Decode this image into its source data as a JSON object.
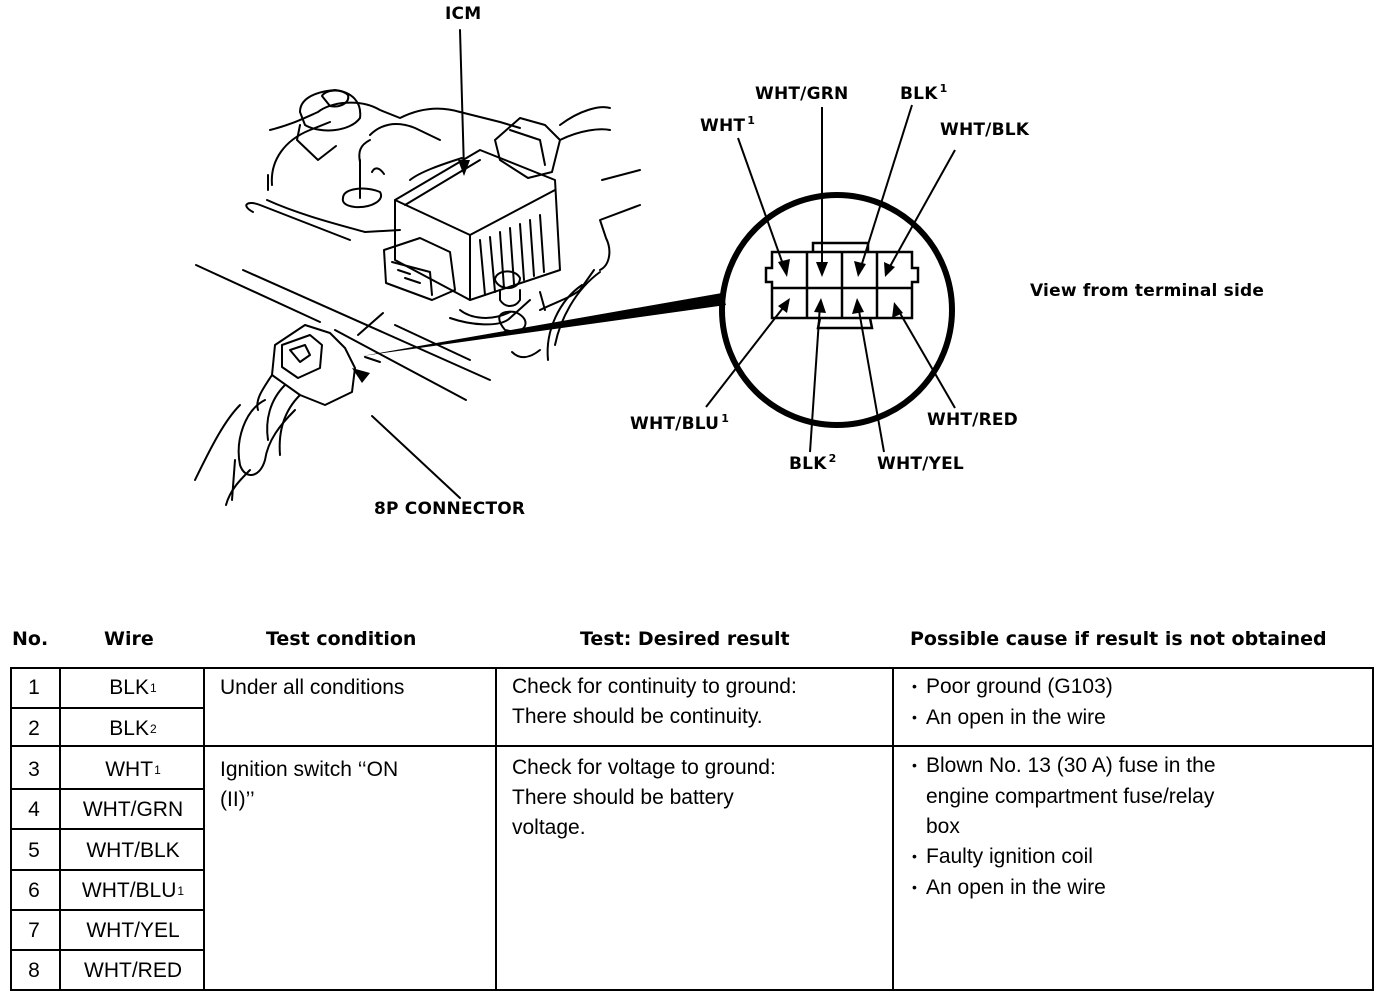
{
  "diagram": {
    "icm_label": "ICM",
    "connector_label": "8P CONNECTOR",
    "view_label": "View from terminal side",
    "pins_top": [
      {
        "wire": "WHT",
        "sup": "1"
      },
      {
        "wire": "WHT/GRN",
        "sup": ""
      },
      {
        "wire": "BLK",
        "sup": "1"
      },
      {
        "wire": "WHT/BLK",
        "sup": ""
      }
    ],
    "pins_bottom": [
      {
        "wire": "WHT/BLU",
        "sup": "1"
      },
      {
        "wire": "BLK",
        "sup": "2"
      },
      {
        "wire": "WHT/YEL",
        "sup": ""
      },
      {
        "wire": "WHT/RED",
        "sup": ""
      }
    ]
  },
  "table": {
    "headers": {
      "no": "No.",
      "wire": "Wire",
      "condition": "Test condition",
      "result": "Test: Desired result",
      "cause": "Possible cause if result is not obtained"
    },
    "rows": [
      {
        "no": "1",
        "wire": "BLK",
        "sup": "1"
      },
      {
        "no": "2",
        "wire": "BLK",
        "sup": "2"
      },
      {
        "no": "3",
        "wire": "WHT",
        "sup": "1"
      },
      {
        "no": "4",
        "wire": "WHT/GRN",
        "sup": ""
      },
      {
        "no": "5",
        "wire": "WHT/BLK",
        "sup": ""
      },
      {
        "no": "6",
        "wire": "WHT/BLU",
        "sup": "1"
      },
      {
        "no": "7",
        "wire": "WHT/YEL",
        "sup": ""
      },
      {
        "no": "8",
        "wire": "WHT/RED",
        "sup": ""
      }
    ],
    "groups": [
      {
        "condition": [
          "Under all conditions"
        ],
        "result": [
          "Check for continuity to ground:",
          "There should be continuity."
        ],
        "causes": [
          [
            "Poor ground (G103)"
          ],
          [
            "An open in the wire"
          ]
        ]
      },
      {
        "condition": [
          "Ignition switch ‘‘ON",
          "(II)’’"
        ],
        "result": [
          "Check for voltage to ground:",
          "There should be battery",
          "voltage."
        ],
        "causes": [
          [
            "Blown No. 13 (30 A) fuse in the",
            "engine compartment fuse/relay",
            "box"
          ],
          [
            "Faulty ignition coil"
          ],
          [
            "An open in the wire"
          ]
        ]
      }
    ]
  }
}
